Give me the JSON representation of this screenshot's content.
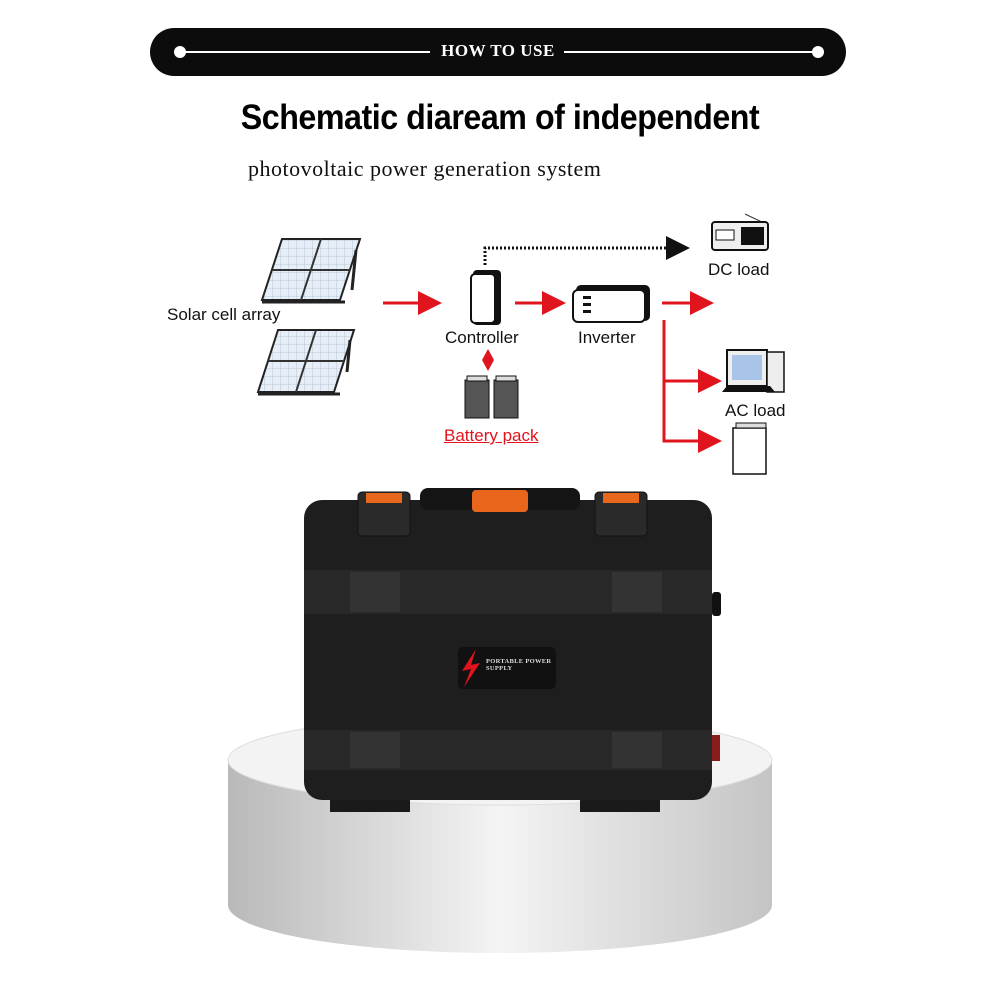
{
  "banner": {
    "label": "HOW TO USE"
  },
  "title": "Schematic diaream of independent",
  "subtitle": "photovoltaic power generation system",
  "diagram": {
    "solar": "Solar cell array",
    "controller": "Controller",
    "inverter": "Inverter",
    "battery": "Battery pack",
    "dc_load": "DC load",
    "ac_load": "AC load",
    "arrow_color": "#e0141c"
  },
  "product": {
    "label_title": "PORTABLE POWER SUPPLY"
  }
}
